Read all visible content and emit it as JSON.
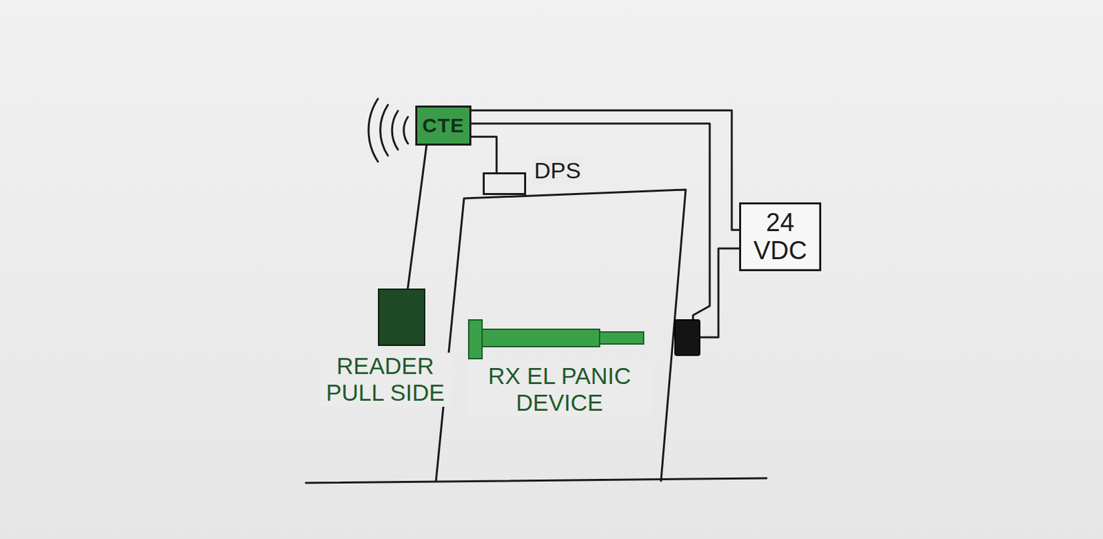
{
  "diagram": {
    "nodes": [
      {
        "text": [
          "CTE"
        ]
      },
      {
        "text": [
          "DPS"
        ]
      },
      {
        "text": [
          "24 VDC"
        ]
      },
      {
        "text": [
          "READER PULL SIDE"
        ]
      },
      {
        "text": [
          "RX EL PANIC DEVICE"
        ]
      }
    ],
    "edges": [
      {
        "from": 0,
        "to": 1,
        "arrow": "none"
      },
      {
        "from": 0,
        "to": 2,
        "arrow": "none"
      },
      {
        "from": 0,
        "to": 3,
        "arrow": "none"
      }
    ]
  }
}
